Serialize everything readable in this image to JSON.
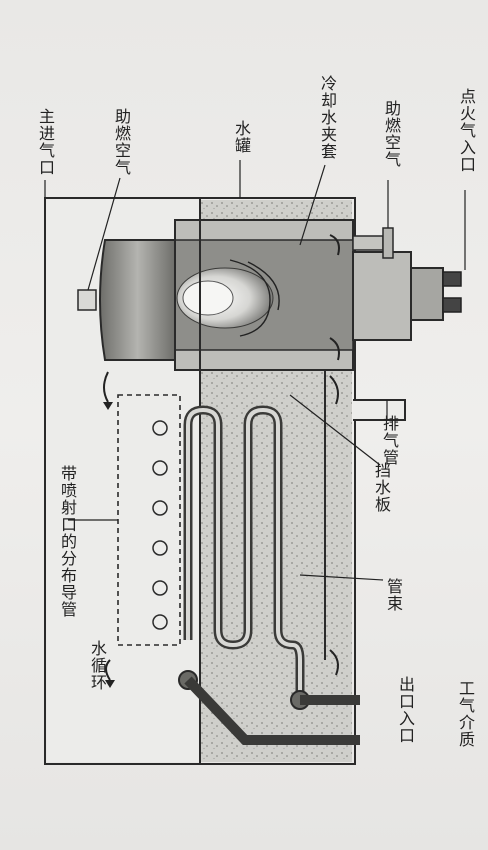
{
  "labels": {
    "ignition_gas_inlet": "点火气入口",
    "combustion_air_right": "助燃空气",
    "cooling_water_jacket": "冷却水夹套",
    "water_tank": "水罐",
    "combustion_air_left": "助燃空气",
    "main_gas_inlet": "主进气口",
    "exhaust_pipe": "排气管",
    "baffle_plate": "挡水板",
    "tube_bundle": "管束",
    "process_medium": "工气介质",
    "outlet_inlet": "出口入口",
    "distribution_pipe": "带喷射口的分布导管",
    "water_circulation": "水循环"
  },
  "colors": {
    "line": "#2a2a2a",
    "water": "#cfcfcb",
    "fill": "#9a9a96",
    "flame": "#e8e8e6"
  }
}
